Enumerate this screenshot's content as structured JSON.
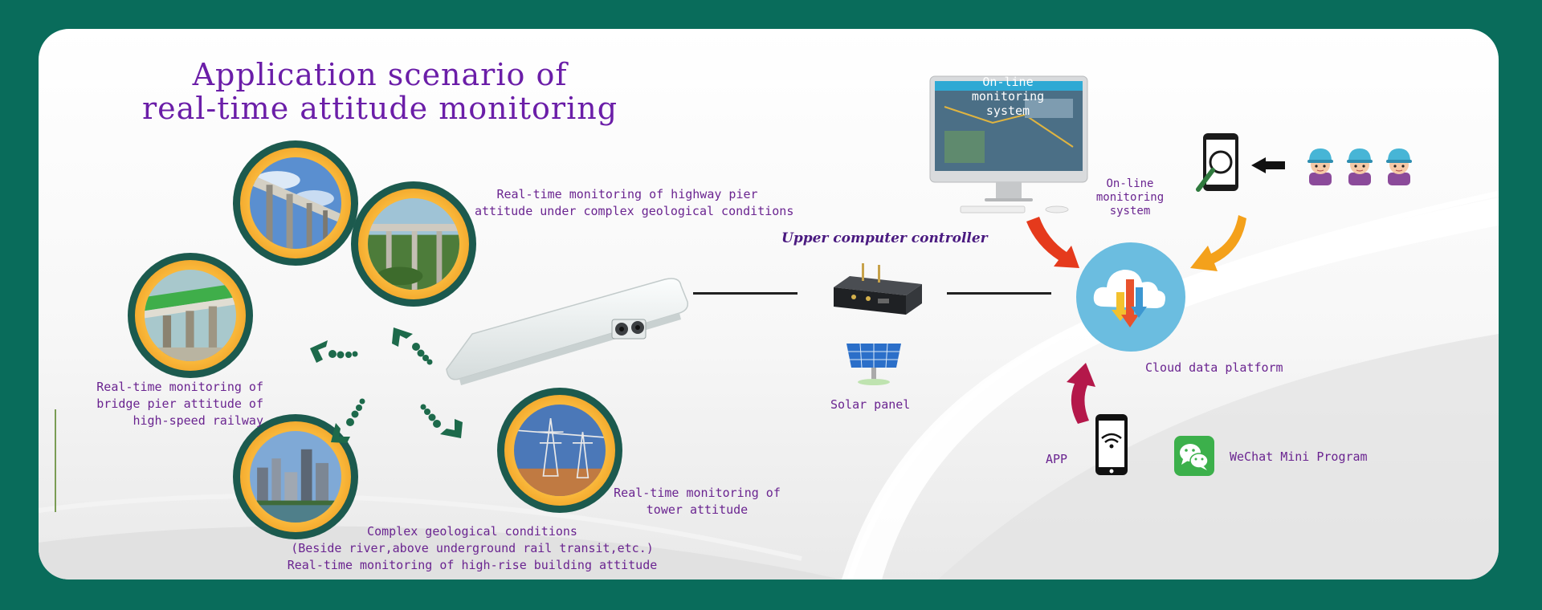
{
  "title": {
    "line1": "Application scenario of",
    "line2": "real-time attitude monitoring"
  },
  "scenarios": {
    "highway": {
      "line1": "Real-time monitoring of highway pier",
      "line2": "attitude under complex geological conditions"
    },
    "railway": {
      "line1": "Real-time monitoring of",
      "line2": "bridge pier attitude of",
      "line3": "high-speed railway"
    },
    "building": {
      "line1": "Complex geological conditions",
      "line2": "(Beside river,above underground rail transit,etc.)",
      "line3": "Real-time monitoring of high-rise building attitude"
    },
    "tower": {
      "line1": "Real-time monitoring of",
      "line2": "tower attitude"
    }
  },
  "system": {
    "controller_label": "Upper computer controller",
    "solar_label": "Solar panel",
    "cloud_label": "Cloud data platform",
    "online_label": {
      "line1": "On-line",
      "line2": "monitoring",
      "line3": "system"
    },
    "monitor_screen": {
      "line1": "On-line",
      "line2": "monitoring",
      "line3": "system"
    },
    "app_label": "APP",
    "wechat_label": "WeChat Mini Program"
  },
  "colors": {
    "background": "#096c5b",
    "title": "#6b1ea8",
    "label": "#6a2490",
    "ring_orange": "#f9b73a",
    "ring_dark": "#1c5a4e",
    "cloud_blue": "#6bbde0",
    "arrow_red": "#e53a1c",
    "arrow_orange": "#f4a11b",
    "arrow_magenta": "#b4184a",
    "wechat_green": "#3cb04b"
  },
  "icons": [
    "search-phone-icon",
    "left-arrow-icon",
    "worker-icon",
    "cloud-icon",
    "smartphone-wifi-icon",
    "wechat-icon",
    "solar-panel-icon",
    "controller-box-icon",
    "monitor-icon",
    "sensor-device-icon"
  ]
}
